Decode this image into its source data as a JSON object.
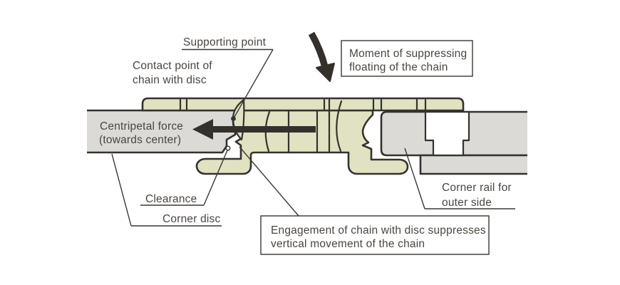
{
  "diagram": {
    "title_context": "Chain and corner disc engagement cross-section",
    "labels": {
      "supporting_point": "Supporting point",
      "contact_point_line1": "Contact point of",
      "contact_point_line2": "chain with disc",
      "moment_line1": "Moment of suppressing",
      "moment_line2": "floating of the chain",
      "centripetal_line1": "Centripetal force",
      "centripetal_line2": "(towards center)",
      "clearance": "Clearance",
      "corner_disc": "Corner disc",
      "engagement_line1": "Engagement of chain with disc suppresses",
      "engagement_line2": "vertical movement of the chain",
      "corner_rail_line1": "Corner rail for",
      "corner_rail_line2": "outer side"
    },
    "colors": {
      "chain_fill": "#e0e2c1",
      "rail_fill": "#dcdad7",
      "outline": "#35322e",
      "arrow": "#34302c",
      "leader_line": "#3b3733",
      "label_text": "#4a4540",
      "label_box_background": "#ffffff"
    }
  }
}
